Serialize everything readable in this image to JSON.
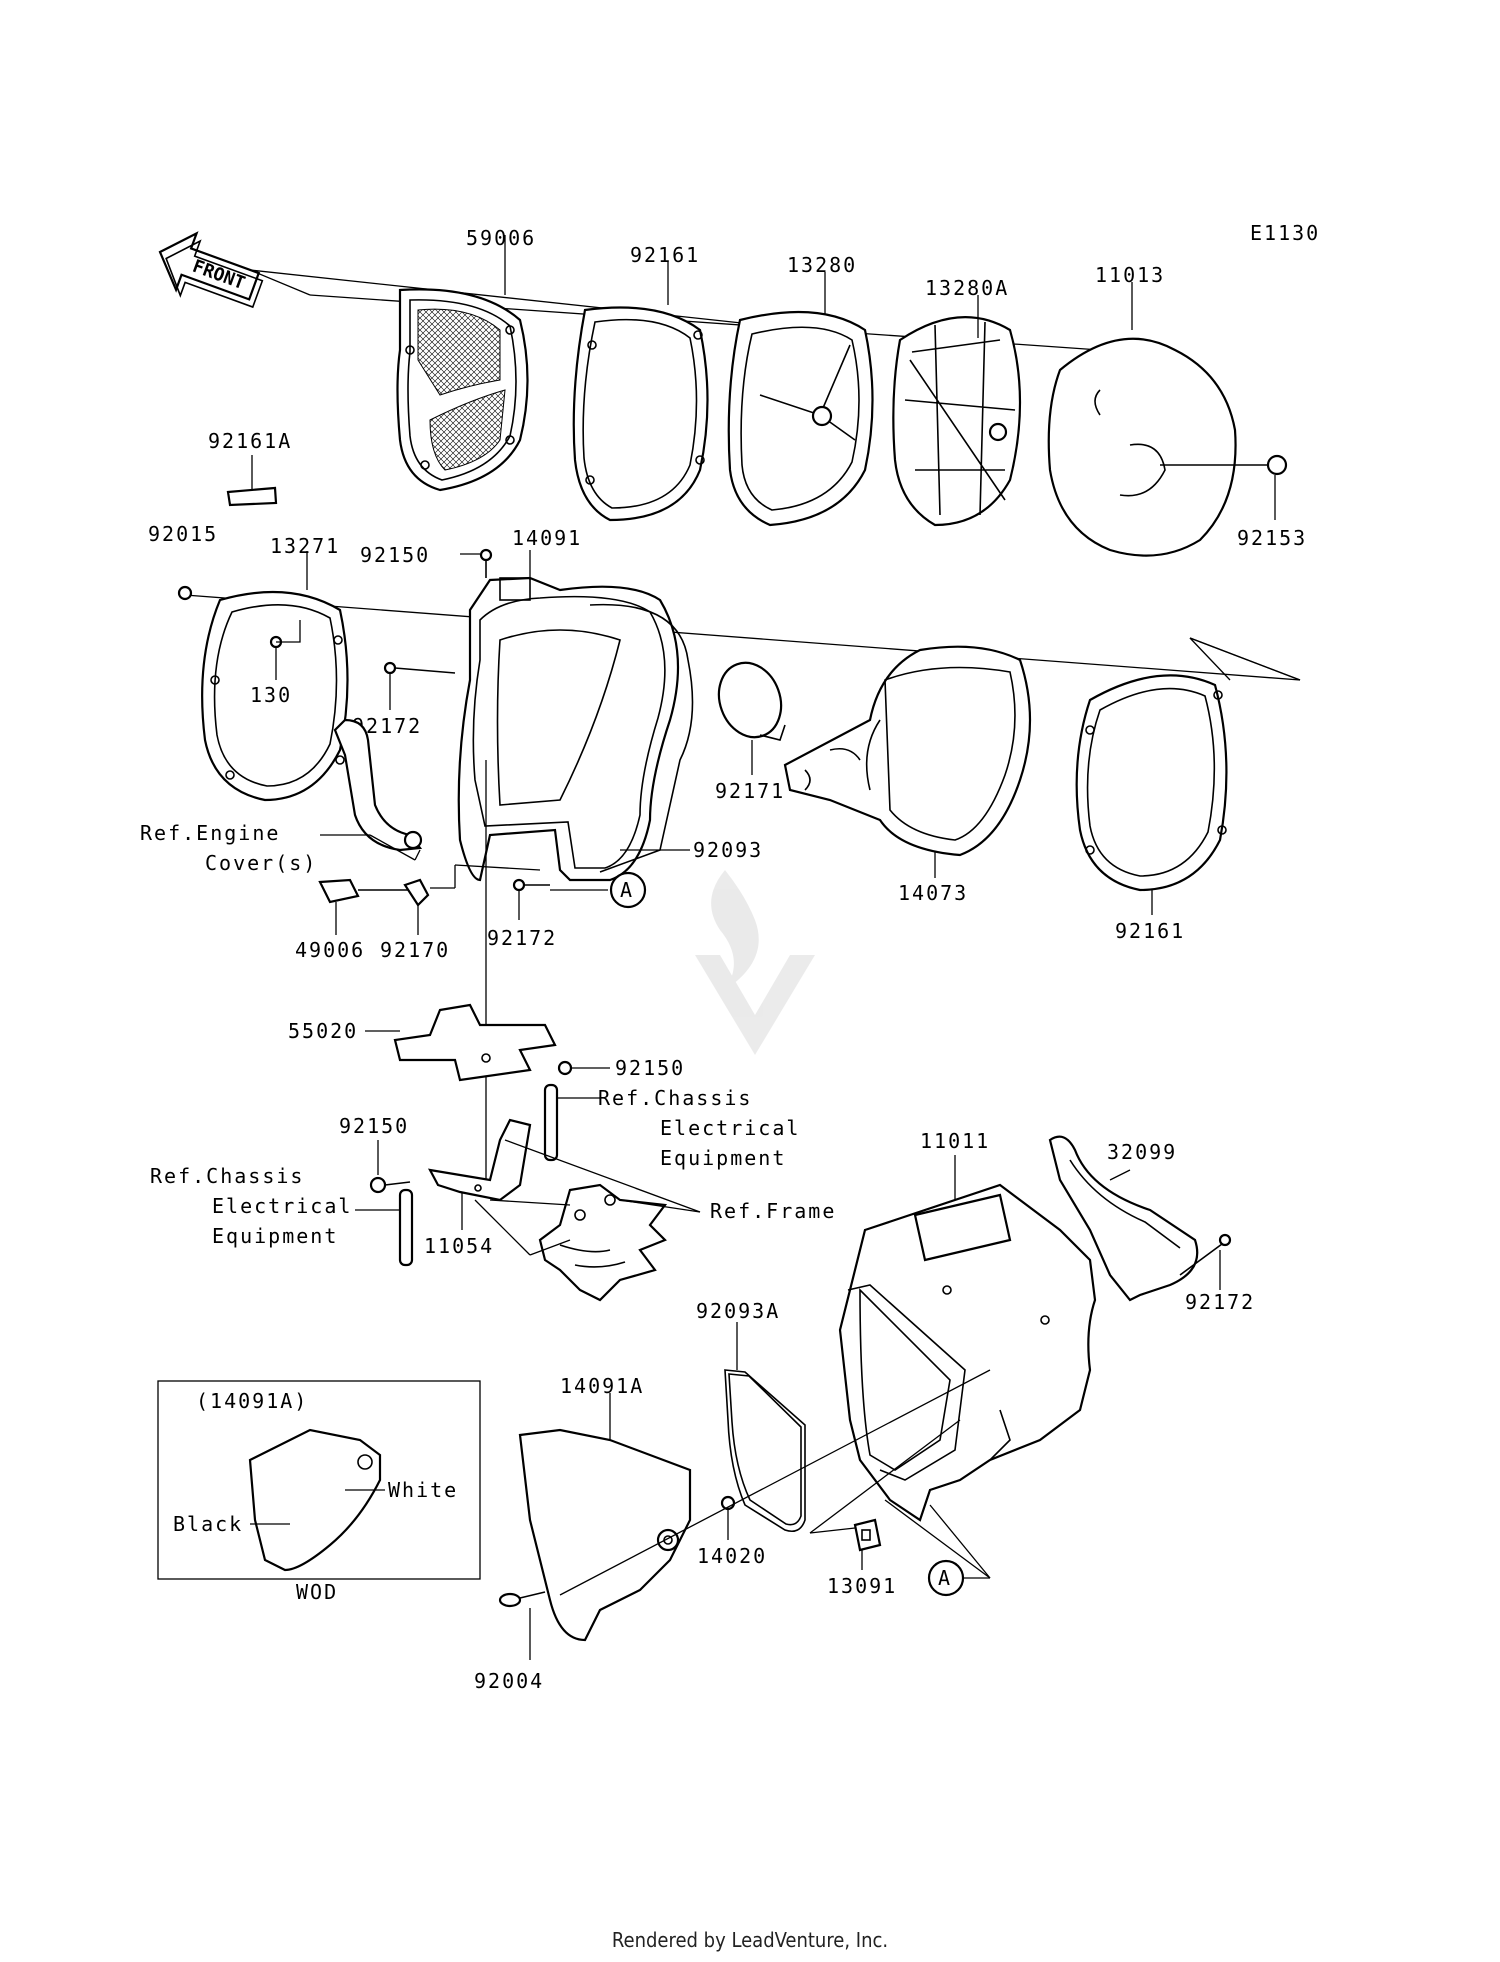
{
  "diagram_code": "E1130",
  "front_arrow_text": "FRONT",
  "parts": {
    "p59006": "59006",
    "p92161_top": "92161",
    "p13280": "13280",
    "p13280A": "13280A",
    "p11013": "11013",
    "p92153": "92153",
    "p92161A": "92161A",
    "p92015": "92015",
    "p13271": "13271",
    "p92150_top": "92150",
    "p14091": "14091",
    "p130": "130",
    "p92172_a": "92172",
    "p92171": "92171",
    "p14073": "14073",
    "p92161_right": "92161",
    "p92093": "92093",
    "p92172_b": "92172",
    "p49006": "49006",
    "p92170": "92170",
    "p55020": "55020",
    "p92150_mid": "92150",
    "p92150_left": "92150",
    "p11054": "11054",
    "p11011": "11011",
    "p32099": "32099",
    "p92172_c": "92172",
    "p92093A": "92093A",
    "p14091A": "14091A",
    "p14020": "14020",
    "p13091": "13091",
    "p92004": "92004"
  },
  "refs": {
    "engine_1": "Ref.Engine",
    "engine_2": "Cover(s)",
    "chassis1_1": "Ref.Chassis",
    "chassis1_2": "Electrical",
    "chassis1_3": "Equipment",
    "chassis2_1": "Ref.Chassis",
    "chassis2_2": "Electrical",
    "chassis2_3": "Equipment",
    "frame": "Ref.Frame"
  },
  "callout_A": "A",
  "inset": {
    "title": "(14091A)",
    "white": "White",
    "black": "Black",
    "caption": "WOD"
  },
  "footer": "Rendered by LeadVenture, Inc."
}
